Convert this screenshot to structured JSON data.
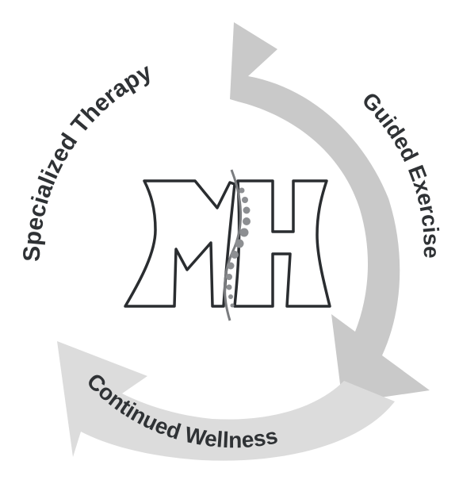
{
  "cycle": {
    "stages": [
      {
        "label": "Specialized Therapy"
      },
      {
        "label": "Guided Exercise"
      },
      {
        "label": "Continued Wellness"
      }
    ]
  },
  "logo": {
    "monogram": "MH"
  },
  "colors": {
    "arrow_dark": "#c8c8c8",
    "arrow_light": "#dcdcdc",
    "text": "#2f3235",
    "logo_stroke": "#2a2d30",
    "spine_dots": "#8d8f92",
    "spine_curve": "#7a7c7f"
  }
}
